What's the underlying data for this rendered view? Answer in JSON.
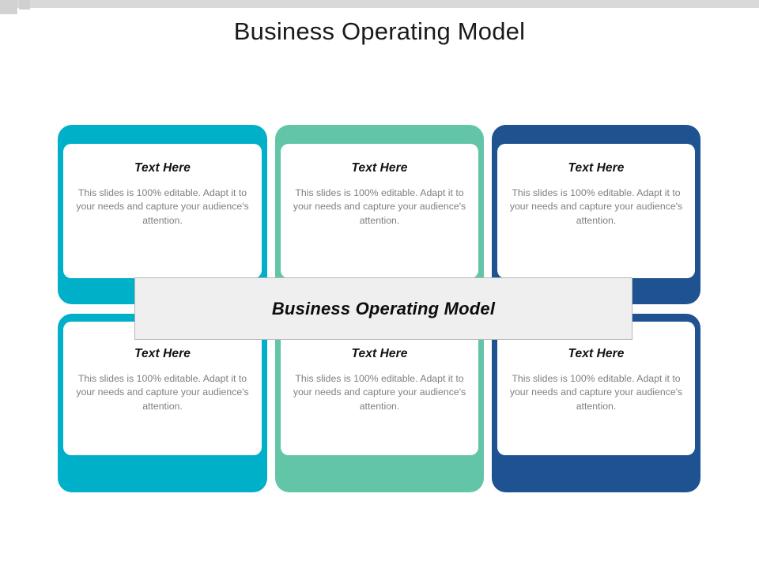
{
  "slide": {
    "title": "Business Operating Model",
    "background_color": "#ffffff"
  },
  "chrome": {
    "strip_color": "#d9d9d9"
  },
  "center_banner": {
    "label": "Business Operating Model",
    "fill_color": "#efefef",
    "border_color": "#b7b7b7"
  },
  "cards": [
    {
      "id": "card-top-left",
      "row": "top",
      "column": 1,
      "heading": "Text Here",
      "body": "This slides is 100% editable. Adapt it to your needs and capture your audience's attention.",
      "accent_color": "#00afc8"
    },
    {
      "id": "card-top-center",
      "row": "top",
      "column": 2,
      "heading": "Text Here",
      "body": "This slides is 100% editable. Adapt it to your needs and capture your audience's attention.",
      "accent_color": "#62c5a8"
    },
    {
      "id": "card-top-right",
      "row": "top",
      "column": 3,
      "heading": "Text Here",
      "body": "This slides is 100% editable. Adapt it to your needs and capture your audience's attention.",
      "accent_color": "#1f5291"
    },
    {
      "id": "card-bottom-left",
      "row": "bottom",
      "column": 1,
      "heading": "Text Here",
      "body": "This slides is 100% editable. Adapt it to your needs and capture your audience's attention.",
      "accent_color": "#00afc8"
    },
    {
      "id": "card-bottom-center",
      "row": "bottom",
      "column": 2,
      "heading": "Text Here",
      "body": "This slides is 100% editable. Adapt it to your needs and capture your audience's attention.",
      "accent_color": "#62c5a8"
    },
    {
      "id": "card-bottom-right",
      "row": "bottom",
      "column": 3,
      "heading": "Text Here",
      "body": "This slides is 100% editable. Adapt it to your needs and capture your audience's attention.",
      "accent_color": "#1f5291"
    }
  ]
}
